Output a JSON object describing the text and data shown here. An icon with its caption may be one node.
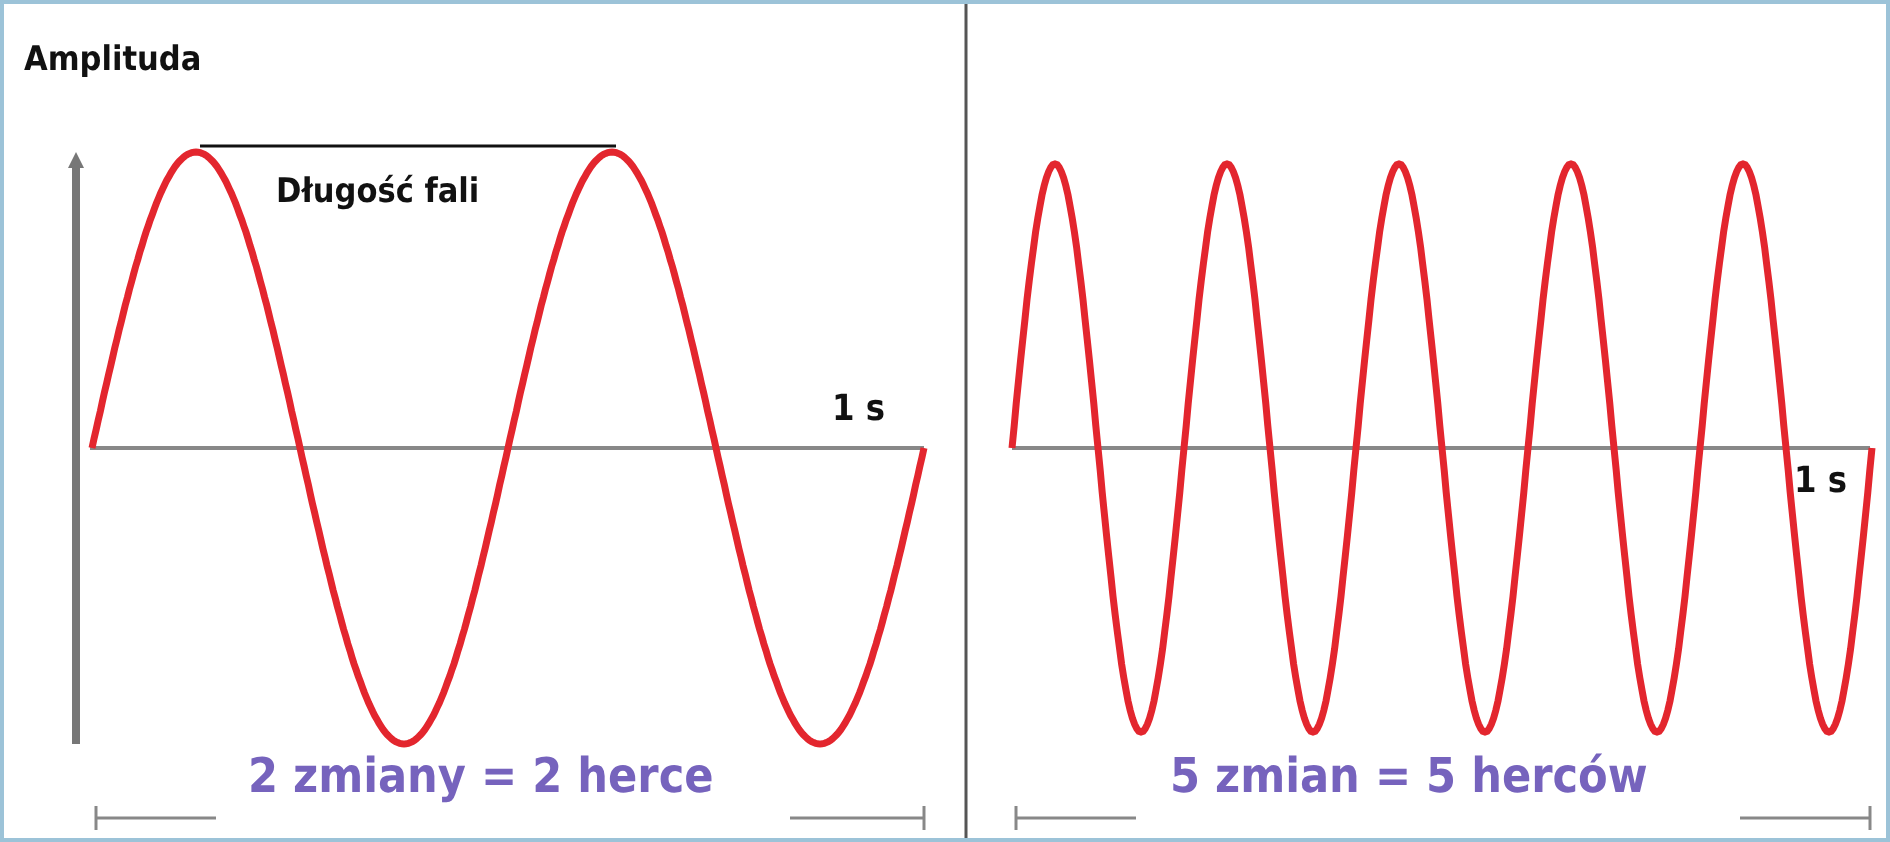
{
  "diagram": {
    "labels": [
      "Amplituda",
      "Długość fali",
      "1 s",
      "2 zmiany = 2 herce",
      "1 s",
      "5 zmian = 5 herców"
    ]
  }
}
